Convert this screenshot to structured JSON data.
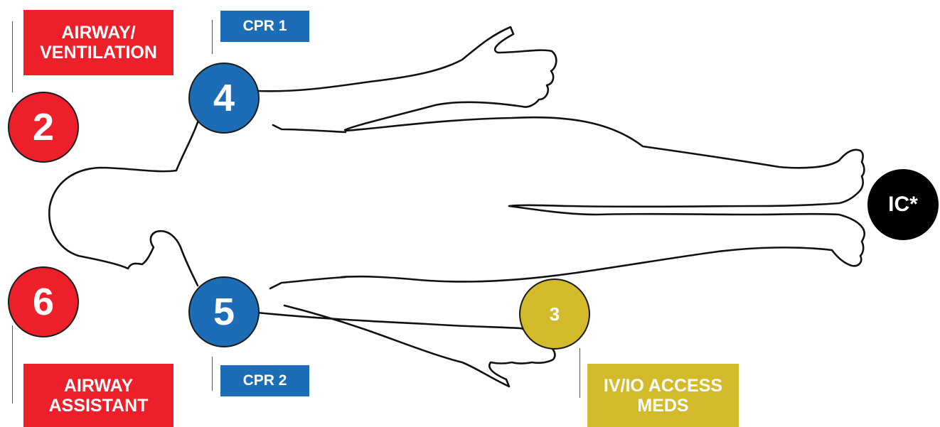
{
  "roles": {
    "airway_ventilation": {
      "line1": "AIRWAY/",
      "line2": "VENTILATION",
      "number": "2"
    },
    "airway_assistant": {
      "line1": "AIRWAY",
      "line2": "ASSISTANT",
      "number": "6"
    },
    "cpr1": {
      "label": "CPR 1",
      "number": "4"
    },
    "cpr2": {
      "label": "CPR 2",
      "number": "5"
    },
    "iv_io": {
      "line1": "IV/IO ACCESS",
      "line2": "MEDS",
      "number": "3"
    },
    "incident_commander": {
      "label": "IC*"
    }
  },
  "colors": {
    "red": "#ed1f2a",
    "blue": "#1d6db6",
    "gold": "#d3ba2b",
    "black": "#000000"
  }
}
